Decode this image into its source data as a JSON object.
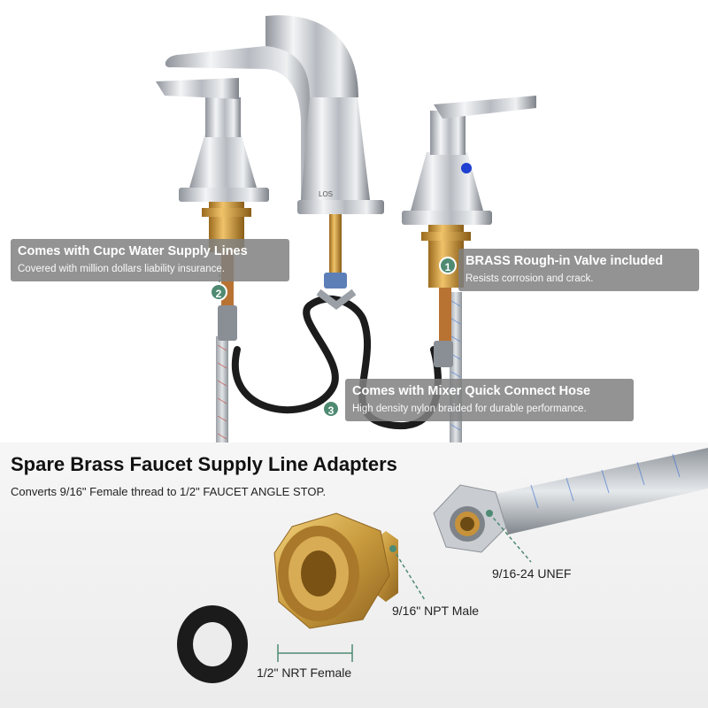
{
  "product": {
    "spout_brand_mark": "LOS"
  },
  "callouts": [
    {
      "number": "1",
      "title": "BRASS Rough-in Valve included",
      "subtitle": "Resists corrosion and crack."
    },
    {
      "number": "2",
      "title": "Comes with Cupc Water Supply Lines",
      "subtitle": "Covered with million dollars liability insurance."
    },
    {
      "number": "3",
      "title": "Comes with Mixer Quick Connect Hose",
      "subtitle": "High density nylon braided for durable performance."
    }
  ],
  "adapters": {
    "heading": "Spare Brass Faucet Supply Line Adapters",
    "description": "Converts 9/16\" Female thread to 1/2\" FAUCET ANGLE STOP.",
    "labels": {
      "unef": "9/16-24 UNEF",
      "npt_male": "9/16\" NPT Male",
      "nrt_female": "1/2\" NRT Female"
    }
  },
  "colors": {
    "callout_bg": "#808080",
    "badge": "#4f8a72",
    "chrome": "#c9ccd1",
    "brass": "#d9a64a",
    "hose": "#1c1c1c",
    "hot_indicator": "#1f3fd1"
  }
}
